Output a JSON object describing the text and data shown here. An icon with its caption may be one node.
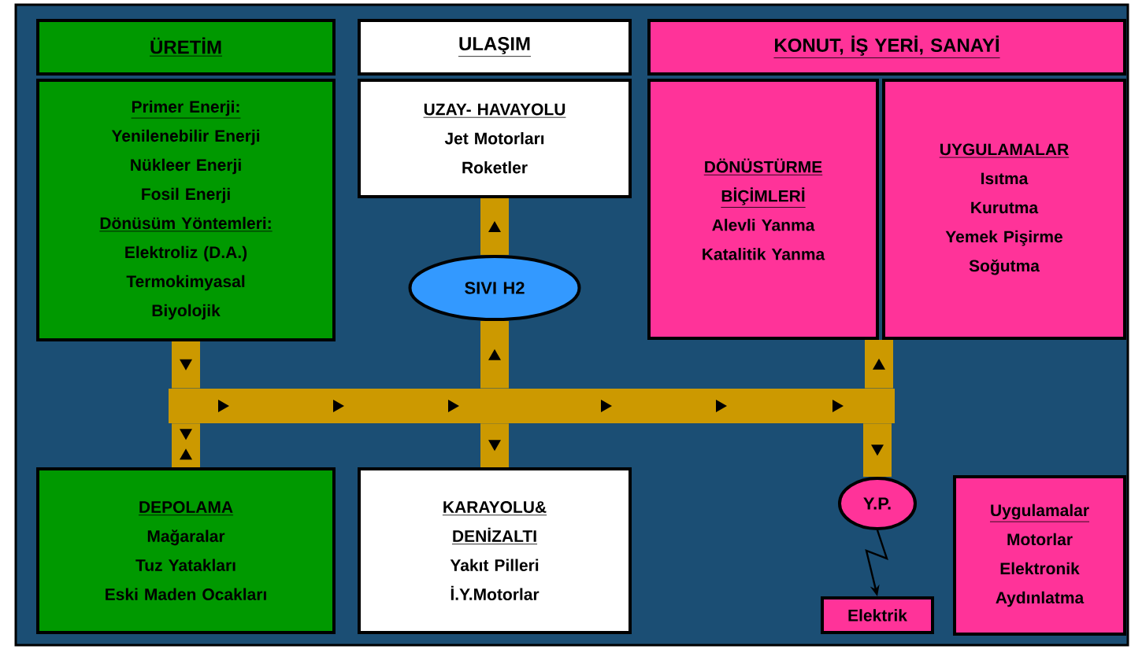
{
  "diagram": {
    "nodes": [
      {
        "text": [
          "ÜRETİM"
        ]
      },
      {
        "text": [
          "Primer Enerji:",
          "Yenilenebilir Enerji",
          "Nükleer Enerji",
          "Fosil Enerji",
          "Dönüsüm Yöntemleri:",
          "Elektroliz (D.A.)",
          "Termokimyasal",
          "Biyolojik"
        ]
      },
      {
        "text": [
          "ULAŞIM"
        ]
      },
      {
        "text": [
          "UZAY- HAVAYOLU",
          "Jet Motorları",
          "Roketler"
        ]
      },
      {
        "text": [
          "KONUT, İŞ YERİ, SANAYİ"
        ]
      },
      {
        "text": [
          "DÖNÜSTÜRME",
          "BİÇİMLERİ",
          "Alevli Yanma",
          "Katalitik Yanma"
        ]
      },
      {
        "text": [
          "UYGULAMALAR",
          "Isıtma",
          "Kurutma",
          "Yemek Pişirme",
          "Soğutma"
        ]
      },
      {
        "text": [
          "SIVI H2"
        ]
      },
      {
        "text": [
          "DEPOLAMA",
          "Mağaralar",
          "Tuz Yatakları",
          "Eski Maden Ocakları"
        ]
      },
      {
        "text": [
          "KARAYOLU&",
          "DENİZALTI",
          "Yakıt Pilleri",
          "İ.Y.Motorlar"
        ]
      },
      {
        "text": [
          "Y.P."
        ]
      },
      {
        "text": [
          "Elektrik"
        ]
      },
      {
        "text": [
          "Uygulamalar",
          "Motorlar",
          "Elektronik",
          "Aydınlatma"
        ]
      },
      {
        "text": [],
        "shape": "bar"
      }
    ],
    "edges": [
      {
        "from": 1,
        "to": 13,
        "arrow": "to"
      },
      {
        "from": 8,
        "to": 13,
        "arrow": "both"
      },
      {
        "from": 13,
        "to": 7,
        "arrow": "to"
      },
      {
        "from": 13,
        "to": 9,
        "arrow": "to"
      },
      {
        "from": 13,
        "to": 5,
        "arrow": "to"
      },
      {
        "from": 13,
        "to": 10,
        "arrow": "to"
      },
      {
        "from": 7,
        "to": 3,
        "arrow": "to"
      },
      {
        "from": 10,
        "to": 11,
        "arrow": "to",
        "color": "#000000"
      }
    ]
  }
}
